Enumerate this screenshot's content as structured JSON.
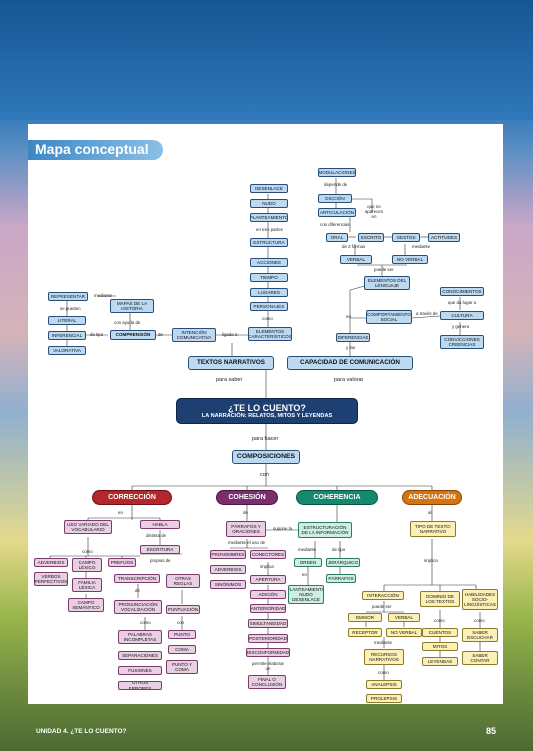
{
  "title": "Mapa conceptual",
  "center": {
    "line1": "¿TE LO CUENTO?",
    "line2": "LA NARRACIÓN: RELATOS, MITOS Y LEYENDAS"
  },
  "center_links": {
    "para_hacer": "para hacer",
    "con": "con",
    "para_saber": "para saber",
    "para_valorar": "para valorar"
  },
  "composiciones": "COMPOSICIONES",
  "textos_narrativos": "TEXTOS NARRATIVOS",
  "capacidad": "CAPACIDAD DE COMUNICACIÓN",
  "left": {
    "representar": "REPRESENTAR",
    "mediante": "mediante",
    "mapas": "MAPAS DE LA HISTORIA",
    "se_pueden": "se pueden",
    "literal": "LITERAL",
    "inferencial": "INFERENCIAL",
    "valorativa": "VALORATIVA",
    "de_tipo": "de tipo",
    "comprension": "COMPRENSIÓN",
    "con_ayuda": "con ayuda de",
    "de": "de",
    "intencion": "INTENCIÓN COMUNICATIVA",
    "ligada_a": "ligada a",
    "elementos": "ELEMENTOS CARACTERÍSTICOS",
    "como": "como",
    "desenlace": "DESENLACE",
    "nudo": "NUDO",
    "planteamiento": "PLANTEAMIENTO",
    "en_tres_partes": "en tres partes",
    "estructura": "ESTRUCTURA",
    "acciones": "ACCIONES",
    "tiempo": "TIEMPO",
    "lugares": "LUGARES",
    "personajes": "PERSONAJES"
  },
  "right": {
    "modulaciones": "MODULACIONES",
    "depende_de": "depende de",
    "diccion": "DICCIÓN",
    "articulacion": "ARTICULACIÓN",
    "que_no_aparecen": "que no aparecen en",
    "con_diferencias": "con diferencias",
    "oral": "ORAL",
    "escrito": "ESCRITO",
    "gestos": "GESTOS",
    "actitudes": "ACTITUDES",
    "de_2_formas": "de 2 formas",
    "mediante": "mediante",
    "verbal": "VERBAL",
    "no_verbal": "NO VERBAL",
    "puede_ser": "puede ser",
    "elementos_lenguaje": "ELEMENTOS DEL LENGUAJE",
    "conocimientos": "CONOCIMIENTOS",
    "que_da_lugar": "que da lugar a",
    "cultura": "CULTURA",
    "y_genera": "y genera",
    "convicciones": "CONVICCIONES CREENCIAS",
    "comportamiento": "COMPORTAMIENTO SOCIAL",
    "a_traves_de": "a través de",
    "en": "en",
    "diferencias": "DIFERENCIAS",
    "y_las": "y las"
  },
  "sections": {
    "correccion": "CORRECCIÓN",
    "cohesion": "COHESIÓN",
    "coherencia": "COHERENCIA",
    "adecuacion": "ADECUACIÓN"
  },
  "correccion": {
    "en": "en",
    "uso": "USO VARIADO DEL VOCABULARIO",
    "habla": "HABLA",
    "distinta_de": "distinta de",
    "escritura": "ESCRITURA",
    "como": "como",
    "adverbios": "ADVERBIOS",
    "verbos": "VERBOS PERFECTIVOS",
    "campo_lexico": "CAMPO LÉXICO",
    "familia": "FAMILIA LÉXICA",
    "campo_semantico": "CAMPO SEMÁNTICO",
    "prefijos": "PREFIJOS",
    "propios_de": "propios de",
    "transcripcion": "TRANSCRIPCIÓN",
    "otras_reglas": "OTRAS REGLAS",
    "pronunciacion": "PRONUNCIACIÓN VOCALIZACIÓN",
    "puntuacion": "PUNTUACIÓN",
    "con": "con",
    "palabras": "PALABRAS INCOMPLETAS",
    "separaciones": "SEPARACIONES",
    "fusiones": "FUSIONES",
    "otros_errores": "OTROS ERRORES",
    "punto": "PUNTO",
    "coma": "COMA",
    "punto_coma": "PUNTO Y COMA",
    "de": "de"
  },
  "cohesion": {
    "de": "de",
    "parrafos": "PÁRRAFOS Y ORACIONES",
    "mediante_uso": "mediante el uso de",
    "pronombres": "PRONOMBRES",
    "conectores": "CONECTORES",
    "adverbios": "ADVERBIOS",
    "sinonimos": "SINÓNIMOS",
    "implica": "implica",
    "apertura": "APERTURA",
    "adicion": "ADICIÓN",
    "anterioridad": "ANTERIORIDAD",
    "simultaneidad": "SIMULTANEIDAD",
    "posterioridad": "POSTERIORIDAD",
    "disconformidad": "DISCONFORMIDAD",
    "permite": "permite elaborar un",
    "final": "FINAL O CONCLUSIÓN",
    "supone_la": "supone la"
  },
  "coherencia": {
    "estructuracion": "ESTRUCTURACIÓN DE LA INFORMACIÓN",
    "mediante": "mediante",
    "de_tipo": "de tipo",
    "orden": "ORDEN",
    "jerarquico": "JERÁRQUICO",
    "en": "en",
    "planteamiento": "PLANTEAMIENTO NUDO DESENLACE",
    "parrafos": "PÁRRAFOS"
  },
  "adecuacion": {
    "al": "al",
    "tipo_texto": "TIPO DE TEXTO: NARRATIVO",
    "implica": "implica",
    "interaccion": "INTERACCIÓN",
    "dominio": "DOMINIO DE LOS TEXTOS",
    "habilidades": "HABILIDADES SOCIO-LINGÜÍSTICAS",
    "puede_ser": "puede ser",
    "emisor": "EMISOR",
    "verbal": "VERBAL",
    "receptor": "RECEPTOR",
    "no_verbal": "NO VERBAL",
    "mediante": "mediante",
    "recursos": "RECURSOS NARRATIVOS",
    "como": "como",
    "analepsis": "ANALEPSIS",
    "prolepsis": "PROLEPSIS",
    "cuentos": "CUENTOS",
    "mitos": "MITOS",
    "leyendas": "LEYENDAS",
    "saber_escuchar": "SABER ESCUCHAR",
    "saber_contar": "SABER CONTAR"
  },
  "footer": "UNIDAD 4. ¿TE LO CUENTO?",
  "page_number": "85"
}
